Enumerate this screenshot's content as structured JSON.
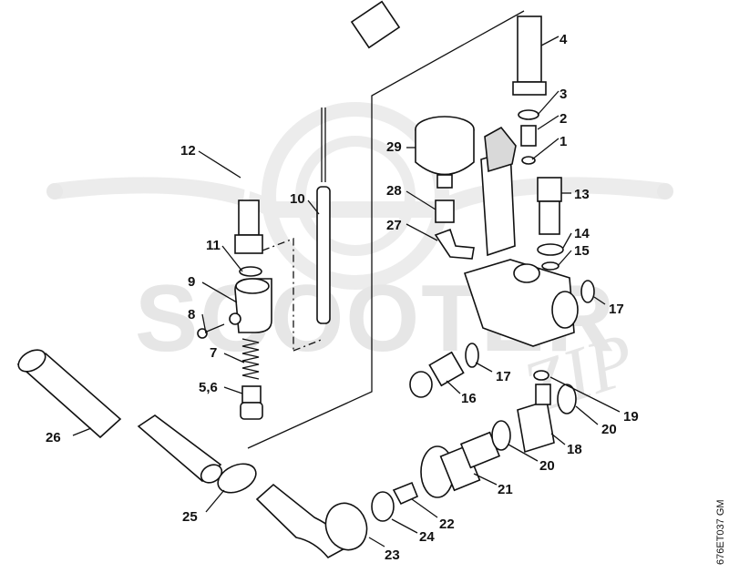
{
  "watermark": {
    "main": "SCOOTER",
    "suffix": "ZIP"
  },
  "reference_code": "676ET037 GM",
  "parts": [
    {
      "id": "p1",
      "label": "1"
    },
    {
      "id": "p2",
      "label": "2"
    },
    {
      "id": "p3",
      "label": "3"
    },
    {
      "id": "p4",
      "label": "4"
    },
    {
      "id": "p56",
      "label": "5,6"
    },
    {
      "id": "p7",
      "label": "7"
    },
    {
      "id": "p8",
      "label": "8"
    },
    {
      "id": "p9",
      "label": "9"
    },
    {
      "id": "p10",
      "label": "10"
    },
    {
      "id": "p11",
      "label": "11"
    },
    {
      "id": "p12",
      "label": "12"
    },
    {
      "id": "p13",
      "label": "13"
    },
    {
      "id": "p14",
      "label": "14"
    },
    {
      "id": "p15",
      "label": "15"
    },
    {
      "id": "p16",
      "label": "16"
    },
    {
      "id": "p17a",
      "label": "17"
    },
    {
      "id": "p17b",
      "label": "17"
    },
    {
      "id": "p18",
      "label": "18"
    },
    {
      "id": "p19",
      "label": "19"
    },
    {
      "id": "p20a",
      "label": "20"
    },
    {
      "id": "p20b",
      "label": "20"
    },
    {
      "id": "p21",
      "label": "21"
    },
    {
      "id": "p22",
      "label": "22"
    },
    {
      "id": "p23",
      "label": "23"
    },
    {
      "id": "p24",
      "label": "24"
    },
    {
      "id": "p25",
      "label": "25"
    },
    {
      "id": "p26",
      "label": "26"
    },
    {
      "id": "p27",
      "label": "27"
    },
    {
      "id": "p28",
      "label": "28"
    },
    {
      "id": "p29",
      "label": "29"
    }
  ]
}
